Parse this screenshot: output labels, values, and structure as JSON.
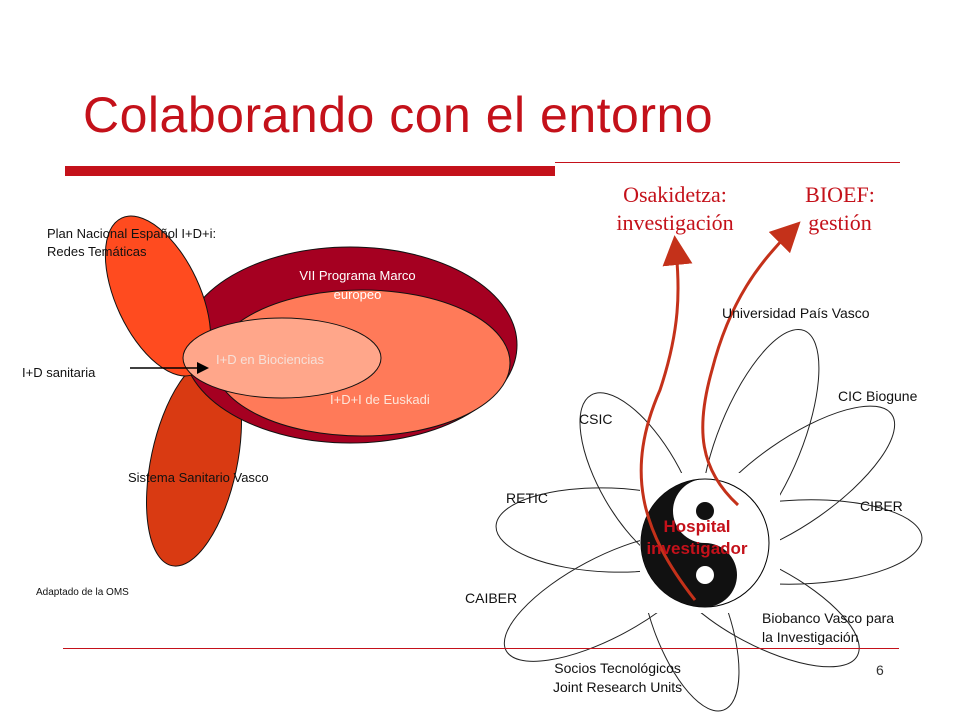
{
  "title": "Colaborando con el entorno",
  "left_diagram": {
    "plan_nacional_line1": "Plan Nacional Español I+D+i:",
    "plan_nacional_line2": "Redes Temáticas",
    "vii_programa_line1": "VII Programa Marco",
    "vii_programa_line2": "europeo",
    "id_biociencias": "I+D en Biociencias",
    "idi_euskadi": "I+D+I de Euskadi",
    "id_sanitaria": "I+D sanitaria",
    "sistema_sanitario": "Sistema Sanitario Vasco",
    "source_note": "Adaptado de la OMS"
  },
  "right_diagram": {
    "osakidetza_line1": "Osakidetza:",
    "osakidetza_line2": "investigación",
    "bioef_line1": "BIOEF:",
    "bioef_line2": "gestión",
    "universidad": "Universidad País Vasco",
    "cic": "CIC Biogune",
    "csic": "CSIC",
    "retic": "RETIC",
    "ciber": "CIBER",
    "caiber": "CAIBER",
    "biobanco_line1": "Biobanco Vasco para",
    "biobanco_line2": "la Investigación",
    "socios_line1": "Socios Tecnológicos",
    "socios_line2": "Joint Research Units",
    "hospital_line1": "Hospital",
    "hospital_line2": "investigador"
  },
  "page_number": "6",
  "colors": {
    "title_red": "#c4111a",
    "dark_red": "#a50021",
    "orange_red": "#ff4b1f",
    "red": "#d93a12",
    "salmon": "#ff7a59",
    "light_salmon": "#ffa68a"
  }
}
